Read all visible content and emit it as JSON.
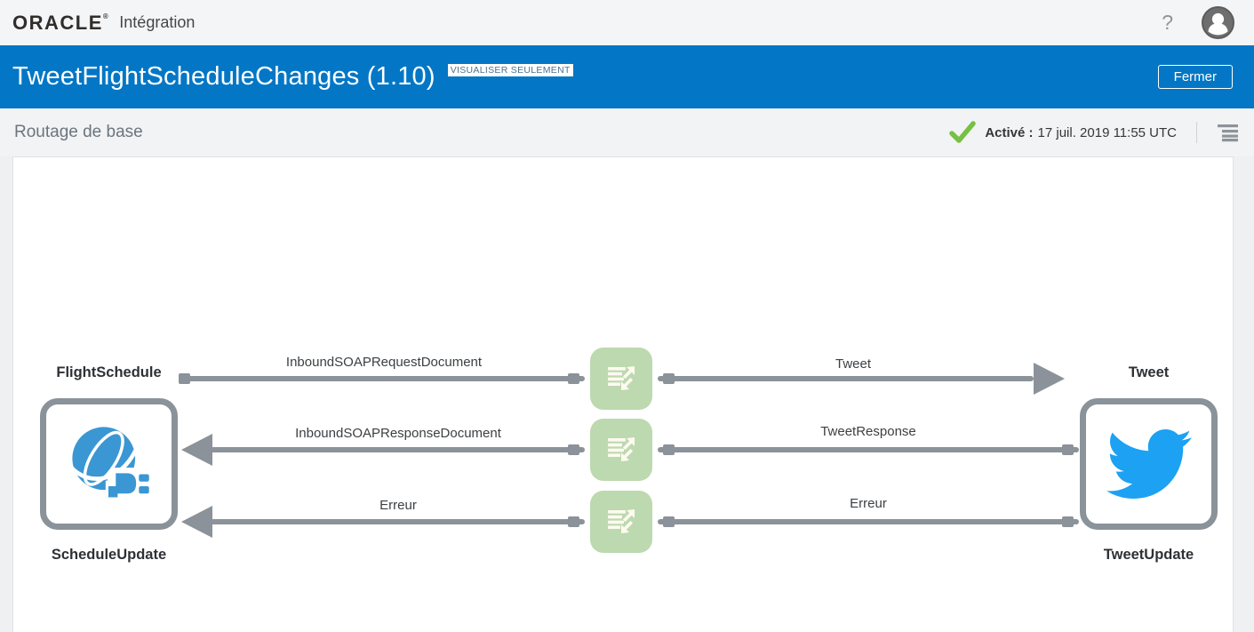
{
  "topbar": {
    "brand": "ORACLE",
    "brand_reg": "®",
    "product": "Intégration",
    "help": "?"
  },
  "header": {
    "title": "TweetFlightScheduleChanges (1.10)",
    "badge": "VISUALISER SEULEMENT",
    "close_label": "Fermer",
    "accent_color": "#0377c5"
  },
  "subheader": {
    "title": "Routage de base",
    "status_label": "Activé :",
    "status_value": "17 juil. 2019 11:55 UTC",
    "status_color": "#76c043"
  },
  "diagram": {
    "source_node": {
      "top_label": "FlightSchedule",
      "bottom_label": "ScheduleUpdate",
      "icon": "soap-globe-plug-icon",
      "icon_color": "#3a97d3"
    },
    "target_node": {
      "top_label": "Tweet",
      "bottom_label": "TweetUpdate",
      "icon": "twitter-bird-icon",
      "icon_color": "#1da1f2"
    },
    "connections": [
      {
        "left_label": "InboundSOAPRequestDocument",
        "right_label": "Tweet",
        "direction": "right"
      },
      {
        "left_label": "InboundSOAPResponseDocument",
        "right_label": "TweetResponse",
        "direction": "left"
      },
      {
        "left_label": "Erreur",
        "right_label": "Erreur",
        "direction": "left"
      }
    ],
    "colors": {
      "line": "#8b9299",
      "node_border": "#8a929a",
      "mapper_bg": "#bdd9af"
    }
  }
}
